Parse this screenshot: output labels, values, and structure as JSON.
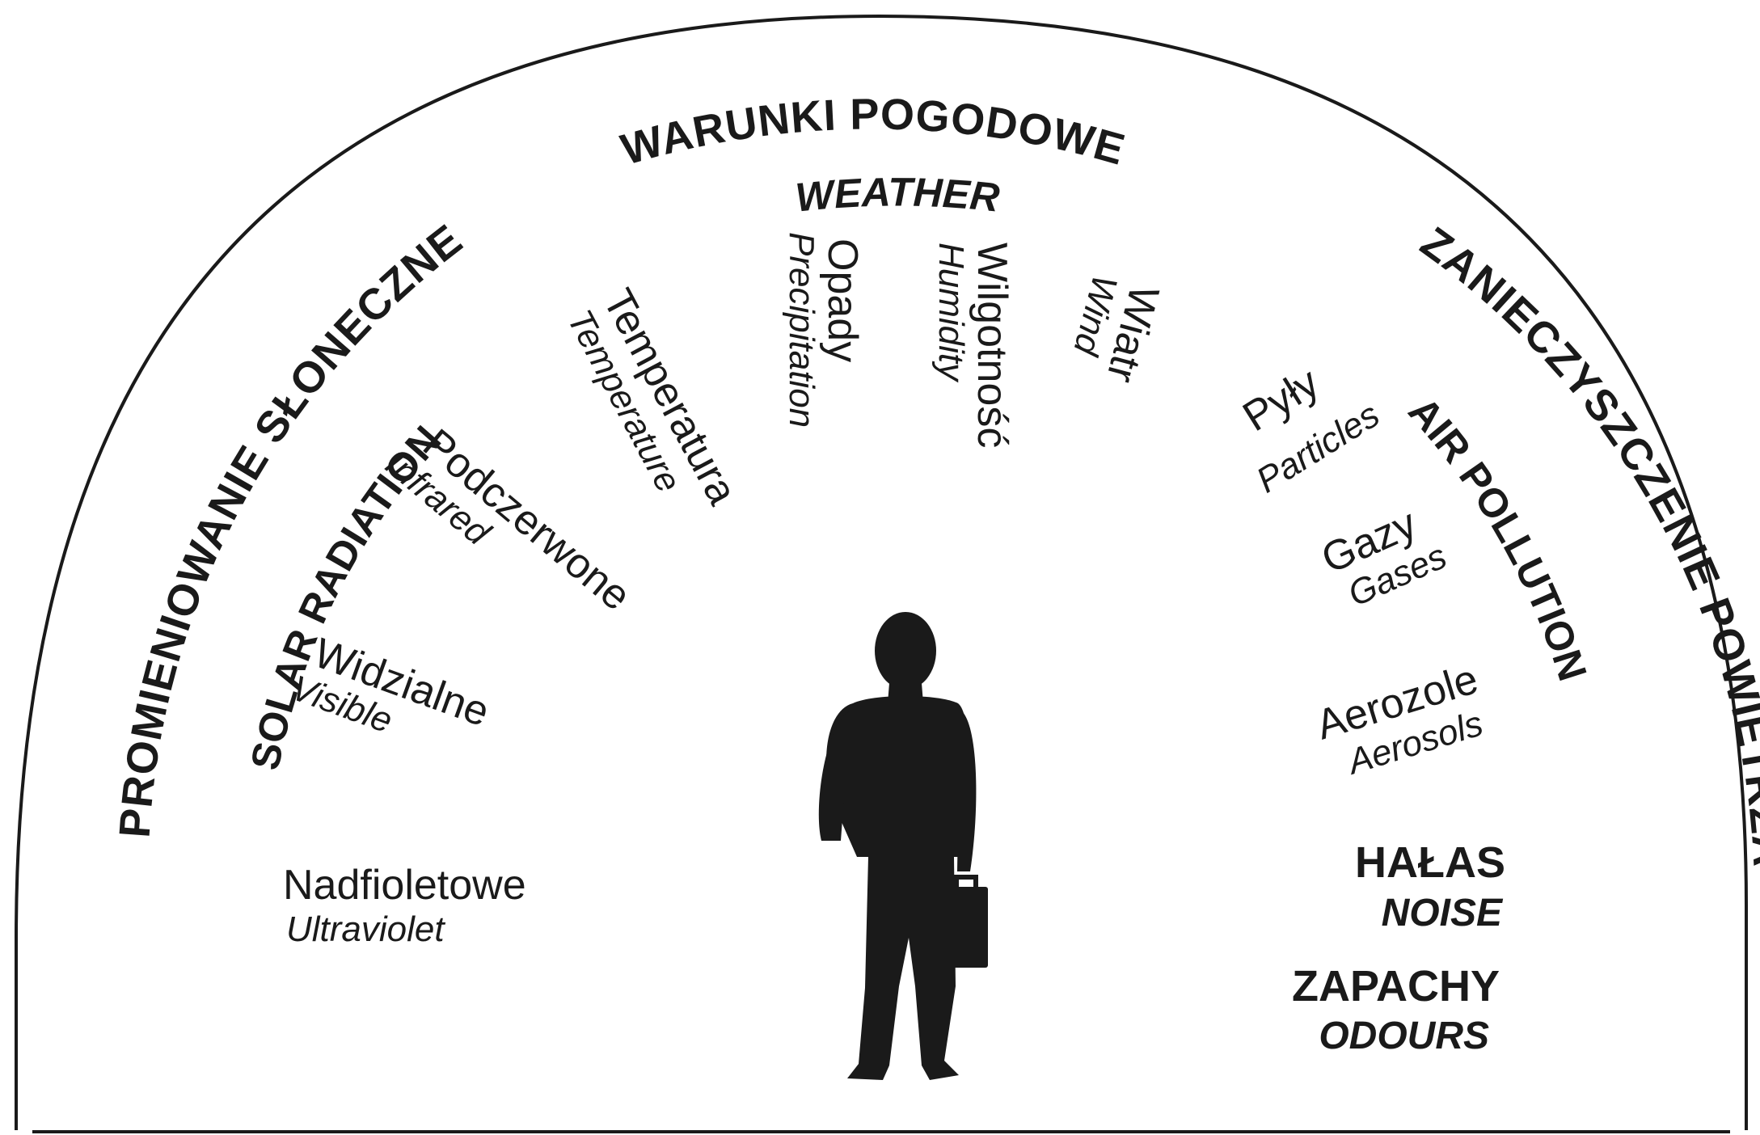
{
  "categories": {
    "weather": {
      "pl": "WARUNKI POGODOWE",
      "en": "WEATHER"
    },
    "solar": {
      "pl": "PROMIENIOWANIE SŁONECZNE",
      "en": "SOLAR RADIATION"
    },
    "pollution": {
      "pl": "ZANIECZYSZCZENIE POWIETRZA",
      "en": "AIR POLLUTION"
    }
  },
  "weather_items": [
    {
      "pl": "Temperatura",
      "en": "Temperature"
    },
    {
      "pl": "Opady",
      "en": "Precipitation"
    },
    {
      "pl": "Wilgotność",
      "en": "Humidity"
    },
    {
      "pl": "Wiatr",
      "en": "Wind"
    }
  ],
  "solar_items": [
    {
      "pl": "Podczerwone",
      "en": "Infrared"
    },
    {
      "pl": "Widzialne",
      "en": "Visible"
    },
    {
      "pl": "Nadfioletowe",
      "en": "Ultraviolet"
    }
  ],
  "pollution_items": [
    {
      "pl": "Pyły",
      "en": "Particles"
    },
    {
      "pl": "Gazy",
      "en": "Gases"
    },
    {
      "pl": "Aerozole",
      "en": "Aerosols"
    }
  ],
  "other_factors": [
    {
      "pl": "HAŁAS",
      "en": "NOISE"
    },
    {
      "pl": "ZAPACHY",
      "en": "ODOURS"
    }
  ],
  "colors": {
    "ink": "#1a1a1a",
    "background": "#ffffff"
  }
}
